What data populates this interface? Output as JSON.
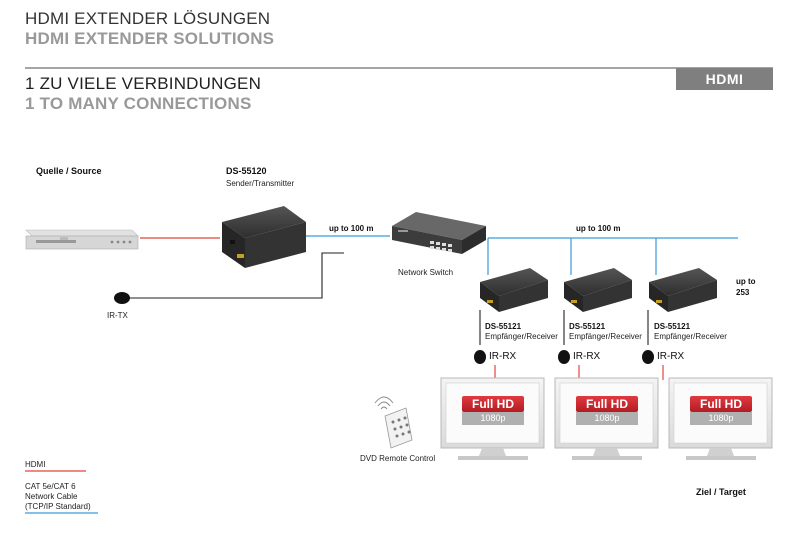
{
  "header": {
    "title_de": "HDMI EXTENDER LÖSUNGEN",
    "title_en": "HDMI EXTENDER SOLUTIONS",
    "subtitle_de": "1 ZU VIELE VERBINDUNGEN",
    "subtitle_en": "1 TO MANY CONNECTIONS",
    "badge": "HDMI"
  },
  "source": {
    "label": "Quelle / Source"
  },
  "sender": {
    "model": "DS-55120",
    "role": "Sender/Transmitter"
  },
  "ir_tx": {
    "label": "IR-TX"
  },
  "link1": {
    "label": "up to 100 m"
  },
  "switch": {
    "label": "Network Switch"
  },
  "link2": {
    "label": "up to 100 m"
  },
  "up_to": {
    "line1": "up to",
    "line2": "253"
  },
  "receivers": [
    {
      "model": "DS-55121",
      "role": "Empfänger/Receiver",
      "ir": "IR-RX"
    },
    {
      "model": "DS-55121",
      "role": "Empfänger/Receiver",
      "ir": "IR-RX"
    },
    {
      "model": "DS-55121",
      "role": "Empfänger/Receiver",
      "ir": "IR-RX"
    }
  ],
  "displays": [
    {
      "badge": "Full HD",
      "res": "1080p"
    },
    {
      "badge": "Full HD",
      "res": "1080p"
    },
    {
      "badge": "Full HD",
      "res": "1080p"
    }
  ],
  "remote": {
    "label": "DVD Remote Control"
  },
  "target": {
    "label": "Ziel / Target"
  },
  "legend": {
    "hdmi": "HDMI",
    "cat_line1": "CAT 5e/CAT 6",
    "cat_line2": "Network Cable",
    "cat_line3": "(TCP/IP Standard)"
  },
  "colors": {
    "hdmi_line": "#e0463a",
    "network_line": "#3a9ad9",
    "ir_line": "#222222",
    "device": "#3a3a3a",
    "fullhd_red": "#c9252d"
  }
}
